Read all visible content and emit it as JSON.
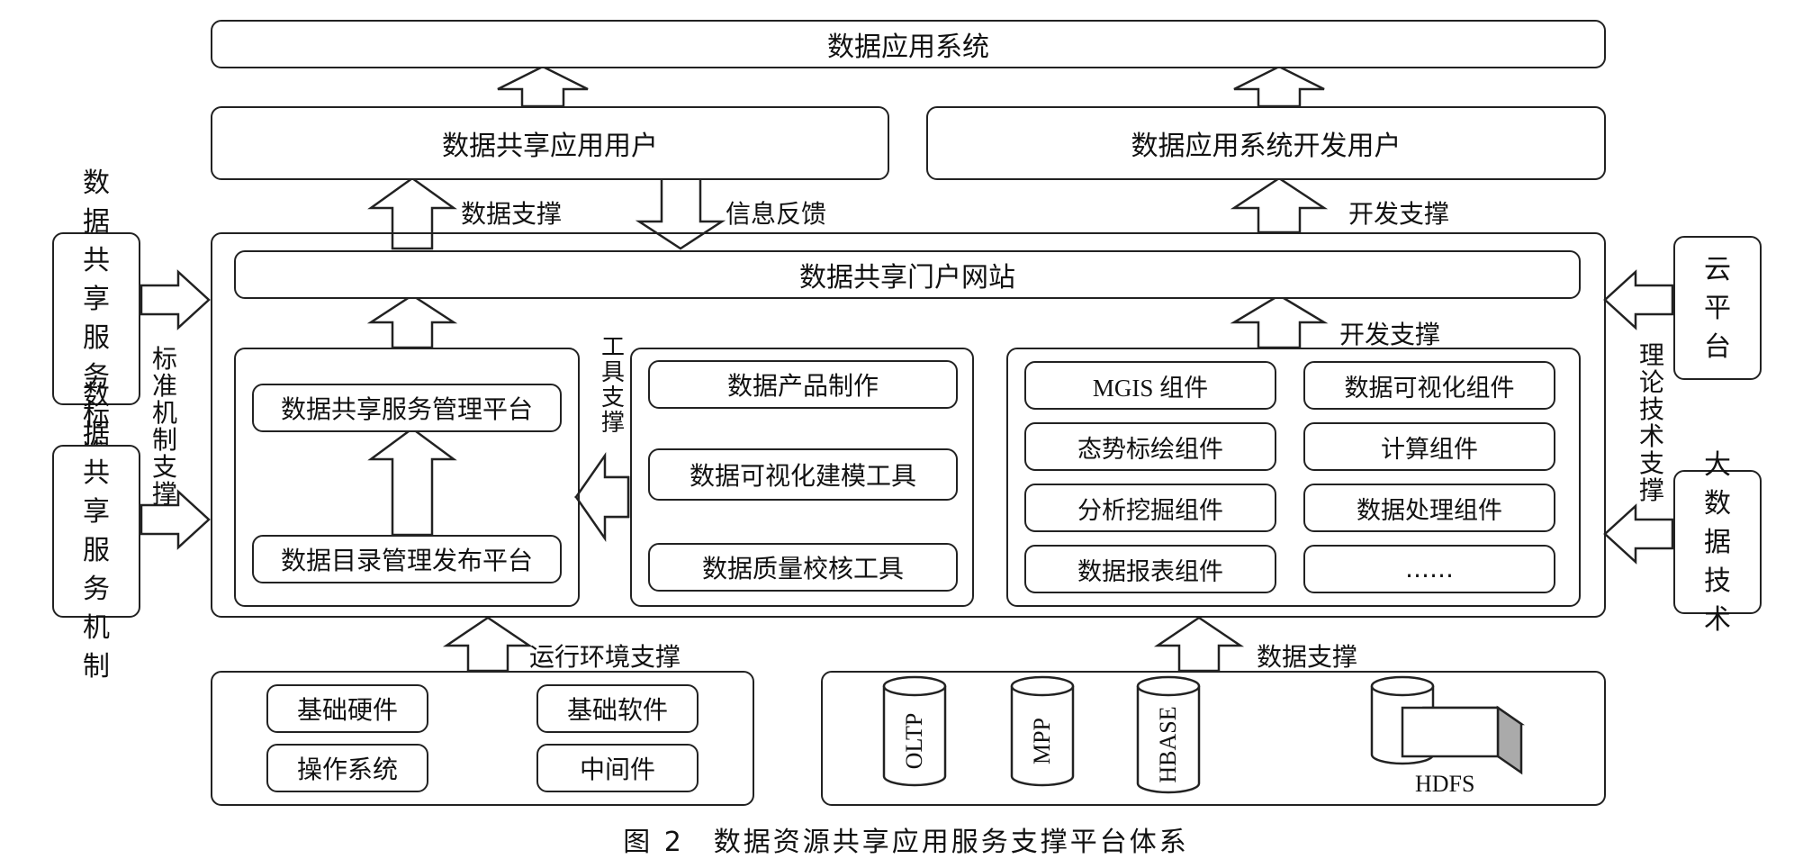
{
  "top": {
    "system": "数据应用系统"
  },
  "users": {
    "share_user": "数据共享应用用户",
    "dev_user": "数据应用系统开发用户"
  },
  "flows": {
    "data_support": "数据支撑",
    "info_feedback": "信息反馈",
    "dev_support_top": "开发支撑",
    "dev_support_inner": "开发支撑",
    "runtime_support": "运行环境支撑",
    "data_support_bottom": "数据支撑",
    "tool_support": "工具支撑"
  },
  "left_side": {
    "standard": "数据共享服务标准",
    "mechanism": "数据共享服务机制",
    "support_label": "标准机制支撑"
  },
  "right_side": {
    "cloud": "云平台",
    "bigdata": "大数据技术",
    "support_label": "理论技术支撑"
  },
  "portal": "数据共享门户网站",
  "platforms": {
    "service_mgmt": "数据共享服务管理平台",
    "catalog_mgmt": "数据目录管理发布平台"
  },
  "tools": [
    "数据产品制作",
    "数据可视化建模工具",
    "数据质量校核工具"
  ],
  "components": [
    "MGIS 组件",
    "数据可视化组件",
    "态势标绘组件",
    "计算组件",
    "分析挖掘组件",
    "数据处理组件",
    "数据报表组件",
    "……"
  ],
  "infra": [
    "基础硬件",
    "基础软件",
    "操作系统",
    "中间件"
  ],
  "storage": [
    "OLTP",
    "MPP",
    "HBASE",
    "HDFS"
  ],
  "caption": "图 2　数据资源共享应用服务支撑平台体系",
  "icons": [
    "users-icon",
    "users-icon"
  ]
}
